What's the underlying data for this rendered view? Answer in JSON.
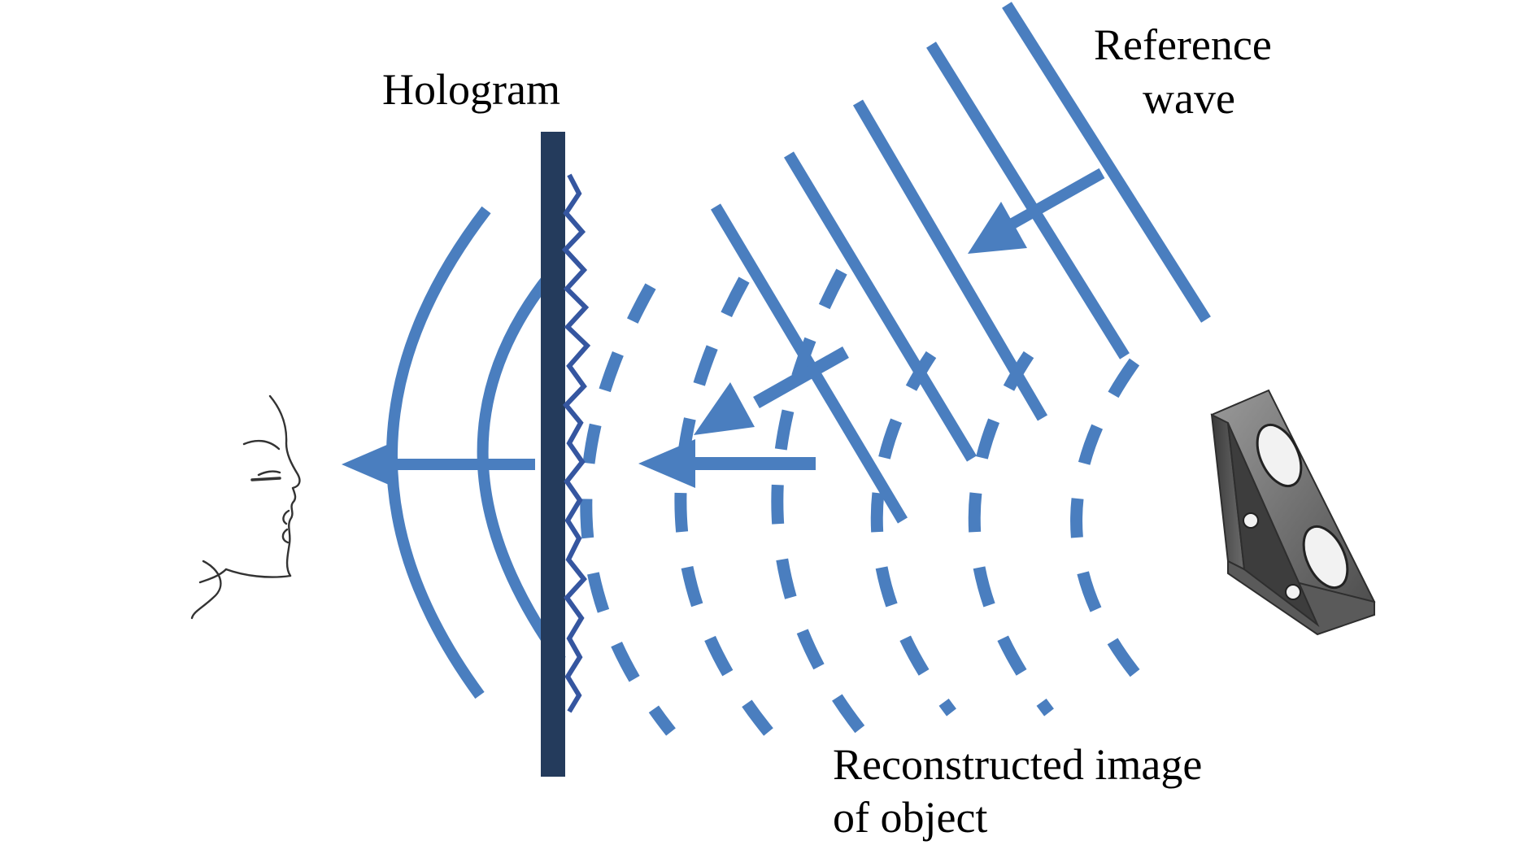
{
  "labels": {
    "hologram": "Hologram",
    "reference_line1": "Reference",
    "reference_line2": "wave",
    "reconstructed_line1": "Reconstructed image",
    "reconstructed_line2": "of object"
  },
  "icons": {
    "viewer": "face-profile-icon",
    "object": "triangular-bracket-object-icon"
  },
  "colors": {
    "wave": "#4A7EBF",
    "hologram_plate": "#243B5C",
    "interference_pattern": "#3556A0",
    "text": "#000000",
    "background": "#ffffff"
  }
}
